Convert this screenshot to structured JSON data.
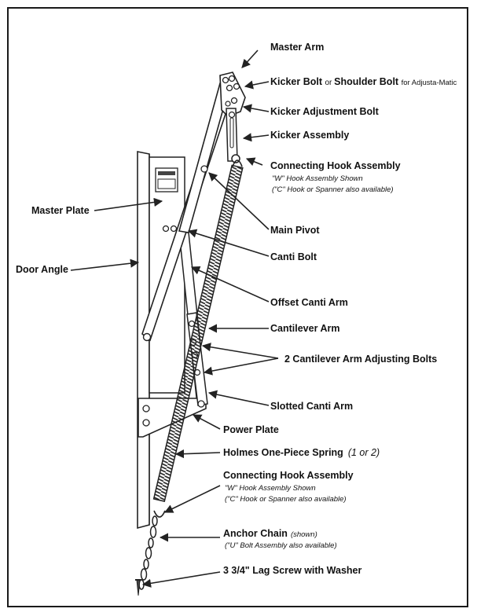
{
  "labels": {
    "master_arm": "Master Arm",
    "kicker_bolt_a": "Kicker Bolt ",
    "kicker_bolt_or": "or ",
    "kicker_bolt_b": "Shoulder Bolt ",
    "kicker_bolt_c": "for Adjusta-Matic",
    "kicker_adjustment_bolt": "Kicker Adjustment Bolt",
    "kicker_assembly": "Kicker Assembly",
    "connecting_hook_top": "Connecting Hook Assembly",
    "connecting_hook_top_sub1": "\"W\" Hook Assembly Shown",
    "connecting_hook_top_sub2": "(\"C\" Hook or Spanner also available)",
    "master_plate": "Master Plate",
    "main_pivot": "Main Pivot",
    "door_angle": "Door Angle",
    "canti_bolt": "Canti Bolt",
    "offset_canti_arm": "Offset Canti Arm",
    "cantilever_arm": "Cantilever Arm",
    "adjusting_bolts": "2 Cantilever Arm Adjusting Bolts",
    "slotted_canti_arm": "Slotted Canti Arm",
    "power_plate": "Power Plate",
    "spring": "Holmes One-Piece Spring",
    "spring_note": "(1 or 2)",
    "connecting_hook_bottom": "Connecting Hook Assembly",
    "connecting_hook_bottom_sub1": "\"W\" Hook Assembly Shown",
    "connecting_hook_bottom_sub2": "(\"C\" Hook or Spanner also available)",
    "anchor_chain": "Anchor Chain",
    "anchor_chain_note": "(shown)",
    "anchor_chain_sub": "(\"U\" Bolt Assembly also available)",
    "lag_screw": "3 3/4\" Lag Screw with Washer"
  }
}
